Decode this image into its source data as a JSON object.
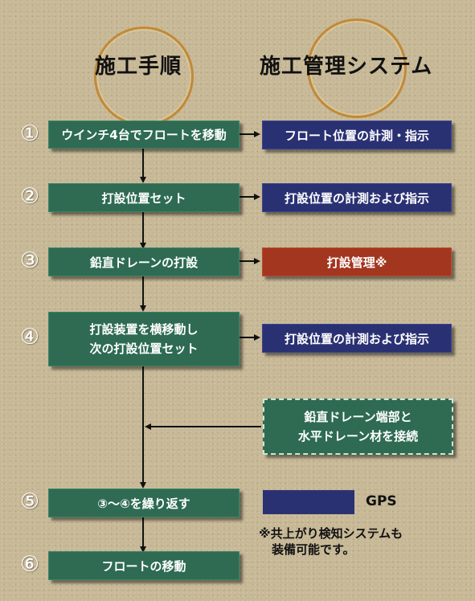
{
  "headers": {
    "left": "施工手順",
    "right": "施工管理システム"
  },
  "steps": [
    {
      "num": "①",
      "label": "ウインチ4台でフロートを移動"
    },
    {
      "num": "②",
      "label": "打設位置セット"
    },
    {
      "num": "③",
      "label": "鉛直ドレーンの打設"
    },
    {
      "num": "④",
      "line1": "打設装置を横移動し",
      "line2": "次の打設位置セット"
    },
    {
      "num": "⑤",
      "label": "③～④を繰り返す"
    },
    {
      "num": "⑥",
      "label": "フロートの移動"
    }
  ],
  "management": [
    {
      "label": "フロート位置の計測・指示"
    },
    {
      "label": "打設位置の計測および指示"
    },
    {
      "label": "打設管理※"
    },
    {
      "label": "打設位置の計測および指示"
    }
  ],
  "connect": {
    "line1": "鉛直ドレーン端部と",
    "line2": "水平ドレーン材を接続"
  },
  "legend": {
    "label": "GPS",
    "color": "#2a3173"
  },
  "note": {
    "line1": "※共上がり検知システムも",
    "line2": "装備可能です。"
  },
  "colors": {
    "green": "#2e6b52",
    "navy": "#2a3173",
    "red": "#a3361f",
    "background": "#c7b896"
  }
}
